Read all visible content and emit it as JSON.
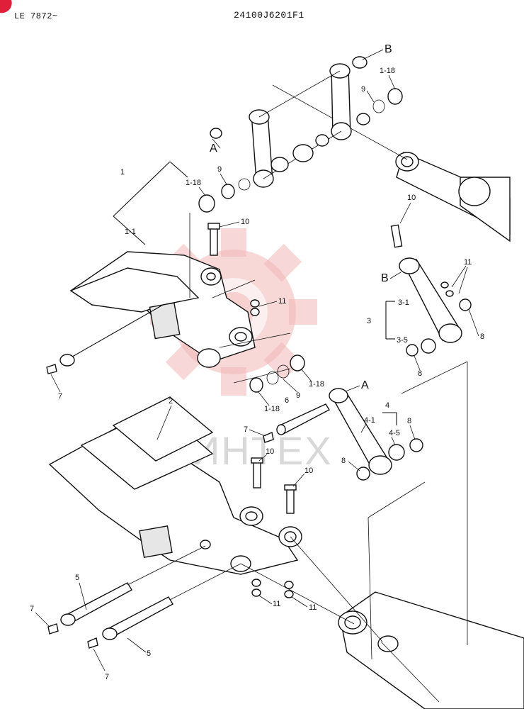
{
  "header": {
    "model": "LE 7872~",
    "part_number": "24100J6201F1"
  },
  "watermark": {
    "text": "ИНТЕХ",
    "color": "#f2b7b7",
    "corner_mark_color": "#e0203a"
  },
  "callouts": [
    {
      "id": "c-B-top",
      "text": "B"
    },
    {
      "id": "c-1-18-top",
      "text": "1-18"
    },
    {
      "id": "c-9-top",
      "text": "9"
    },
    {
      "id": "c-A-top",
      "text": "A"
    },
    {
      "id": "c-1",
      "text": "1"
    },
    {
      "id": "c-9-left",
      "text": "9"
    },
    {
      "id": "c-1-18-left",
      "text": "1-18"
    },
    {
      "id": "c-1-1",
      "text": "1-1"
    },
    {
      "id": "c-10-a",
      "text": "10"
    },
    {
      "id": "c-10-b",
      "text": "10"
    },
    {
      "id": "c-11-a",
      "text": "11"
    },
    {
      "id": "c-11-b",
      "text": "11"
    },
    {
      "id": "c-B-right",
      "text": "B"
    },
    {
      "id": "c-3-1",
      "text": "3-1"
    },
    {
      "id": "c-3",
      "text": "3"
    },
    {
      "id": "c-3-5",
      "text": "3-5"
    },
    {
      "id": "c-8-a",
      "text": "8"
    },
    {
      "id": "c-8-b",
      "text": "8"
    },
    {
      "id": "c-7-a",
      "text": "7"
    },
    {
      "id": "c-1-18-mid",
      "text": "1-18"
    },
    {
      "id": "c-9-mid",
      "text": "9"
    },
    {
      "id": "c-1-18-mid2",
      "text": "1-18"
    },
    {
      "id": "c-6",
      "text": "6"
    },
    {
      "id": "c-A-mid",
      "text": "A"
    },
    {
      "id": "c-2",
      "text": "2"
    },
    {
      "id": "c-7-b",
      "text": "7"
    },
    {
      "id": "c-4",
      "text": "4"
    },
    {
      "id": "c-4-1",
      "text": "4-1"
    },
    {
      "id": "c-4-5",
      "text": "4-5"
    },
    {
      "id": "c-8-c",
      "text": "8"
    },
    {
      "id": "c-8-d",
      "text": "8"
    },
    {
      "id": "c-10-c",
      "text": "10"
    },
    {
      "id": "c-10-d",
      "text": "10"
    },
    {
      "id": "c-5-a",
      "text": "5"
    },
    {
      "id": "c-7-c",
      "text": "7"
    },
    {
      "id": "c-11-c",
      "text": "11"
    },
    {
      "id": "c-11-d",
      "text": "11"
    },
    {
      "id": "c-5-b",
      "text": "5"
    },
    {
      "id": "c-7-d",
      "text": "7"
    }
  ]
}
